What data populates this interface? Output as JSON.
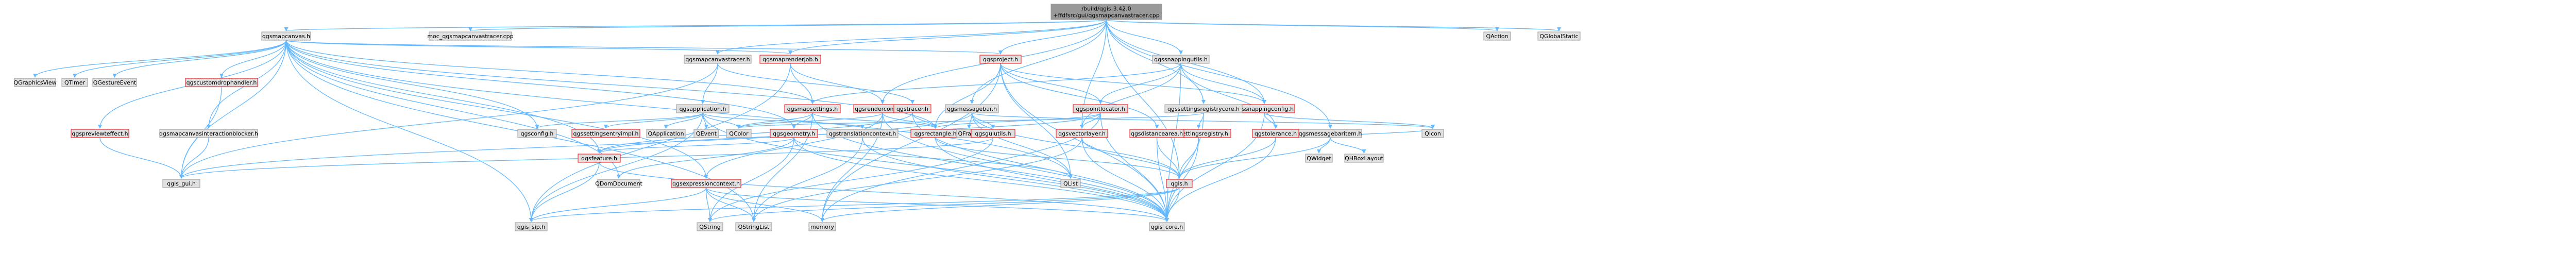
{
  "graph": {
    "kind": "include-dependency-graph",
    "colors": {
      "root_fill": "#999999",
      "node_fill": "#e0e0e0",
      "node_border": "#999999",
      "linked_border": "#ff0000",
      "edge": "#63b8ff"
    },
    "nodes": [
      {
        "id": "root",
        "label": "/build/qgis-3.42.0\n+ffdfsrc/gui/qgsmapcanvastracer.cpp",
        "style": "root"
      },
      {
        "id": "qgsmapcanvas_h",
        "label": "qgsmapcanvas.h",
        "style": "normal"
      },
      {
        "id": "moc_qgsmapcanvastracer_cpp",
        "label": "moc_qgsmapcanvastracer.cpp",
        "style": "normal"
      },
      {
        "id": "QAction",
        "label": "QAction",
        "style": "normal"
      },
      {
        "id": "QGlobalStatic",
        "label": "QGlobalStatic",
        "style": "normal"
      },
      {
        "id": "qgsmapcanvastracer_h",
        "label": "qgsmapcanvastracer.h",
        "style": "normal"
      },
      {
        "id": "qgsmaprenderjob_h",
        "label": "qgsmaprenderjob.h",
        "style": "linked"
      },
      {
        "id": "qgsproject_h",
        "label": "qgsproject.h",
        "style": "linked"
      },
      {
        "id": "qgssnappingutils_h",
        "label": "qgssnappingutils.h",
        "style": "normal"
      },
      {
        "id": "qgsmessagebar_h",
        "label": "qgsmessagebar.h",
        "style": "normal"
      },
      {
        "id": "qgssnappingconfig_h",
        "label": "qgssnappingconfig.h",
        "style": "linked"
      },
      {
        "id": "QGraphicsView",
        "label": "QGraphicsView",
        "style": "normal"
      },
      {
        "id": "QTimer",
        "label": "QTimer",
        "style": "normal"
      },
      {
        "id": "QGestureEvent",
        "label": "QGestureEvent",
        "style": "normal"
      },
      {
        "id": "qgscustomdrophandler_h",
        "label": "qgscustomdrophandler.h",
        "style": "linked"
      },
      {
        "id": "qgsapplication_h",
        "label": "qgsapplication.h",
        "style": "normal"
      },
      {
        "id": "qgsmapsettings_h",
        "label": "qgsmapsettings.h",
        "style": "linked"
      },
      {
        "id": "qgsrendercontext_h",
        "label": "qgsrendercontext.h",
        "style": "linked"
      },
      {
        "id": "qgstracer_h",
        "label": "qgstracer.h",
        "style": "linked"
      },
      {
        "id": "qgspointlocator_h",
        "label": "qgspointlocator.h",
        "style": "linked"
      },
      {
        "id": "qgssettingsregistrycore_h",
        "label": "qgssettingsregistrycore.h",
        "style": "normal"
      },
      {
        "id": "qgsmessagebaritem_h",
        "label": "qgsmessagebaritem.h",
        "style": "normal"
      },
      {
        "id": "qgspreviewteffect_h",
        "label": "qgspreviewteffect.h",
        "style": "linked"
      },
      {
        "id": "qgsmapcanvasinteractionblocker_h",
        "label": "qgsmapcanvasinteractionblocker.h",
        "style": "normal"
      },
      {
        "id": "qgsconfig_h",
        "label": "qgsconfig.h",
        "style": "normal"
      },
      {
        "id": "qgssettingsentryimpl_h",
        "label": "qgssettingsentryimpl.h",
        "style": "linked"
      },
      {
        "id": "QApplication",
        "label": "QApplication",
        "style": "normal"
      },
      {
        "id": "QEvent",
        "label": "QEvent",
        "style": "normal"
      },
      {
        "id": "QColor",
        "label": "QColor",
        "style": "normal"
      },
      {
        "id": "qgsgeometry_h",
        "label": "qgsgeometry.h",
        "style": "linked"
      },
      {
        "id": "qgstranslationcontext_h",
        "label": "qgstranslationcontext.h",
        "style": "normal"
      },
      {
        "id": "qgsrectangle_h",
        "label": "qgsrectangle.h",
        "style": "linked"
      },
      {
        "id": "QFrame",
        "label": "QFrame",
        "style": "normal"
      },
      {
        "id": "qgsguiutils_h",
        "label": "qgsguiutils.h",
        "style": "linked"
      },
      {
        "id": "qgsvectorlayer_h",
        "label": "qgsvectorlayer.h",
        "style": "linked"
      },
      {
        "id": "qgssettingsregistry_h",
        "label": "qgssettingsregistry.h",
        "style": "linked"
      },
      {
        "id": "qgsdistancearea_h",
        "label": "qgsdistancearea.h",
        "style": "linked"
      },
      {
        "id": "qgstolerance_h",
        "label": "qgstolerance.h",
        "style": "linked"
      },
      {
        "id": "QIcon",
        "label": "QIcon",
        "style": "normal"
      },
      {
        "id": "QWidget",
        "label": "QWidget",
        "style": "normal"
      },
      {
        "id": "QHBoxLayout",
        "label": "QHBoxLayout",
        "style": "normal"
      },
      {
        "id": "qgis_gui_h",
        "label": "qgis_gui.h",
        "style": "normal"
      },
      {
        "id": "qgsfeature_h",
        "label": "qgsfeature.h",
        "style": "linked"
      },
      {
        "id": "QDomDocument",
        "label": "QDomDocument",
        "style": "normal"
      },
      {
        "id": "qgsexpressioncontext_h",
        "label": "qgsexpressioncontext.h",
        "style": "linked"
      },
      {
        "id": "QList",
        "label": "QList",
        "style": "normal"
      },
      {
        "id": "qgis_h",
        "label": "qgis.h",
        "style": "linked"
      },
      {
        "id": "qgis_sip_h",
        "label": "qgis_sip.h",
        "style": "normal"
      },
      {
        "id": "QString",
        "label": "QString",
        "style": "normal"
      },
      {
        "id": "QStringList",
        "label": "QStringList",
        "style": "normal"
      },
      {
        "id": "memory",
        "label": "memory",
        "style": "normal"
      },
      {
        "id": "qgis_core_h",
        "label": "qgis_core.h",
        "style": "normal"
      }
    ],
    "edges": [
      [
        "root",
        "qgsmapcanvas_h"
      ],
      [
        "root",
        "moc_qgsmapcanvastracer_cpp"
      ],
      [
        "root",
        "QAction"
      ],
      [
        "root",
        "QGlobalStatic"
      ],
      [
        "root",
        "qgsmapcanvastracer_h"
      ],
      [
        "root",
        "qgsmaprenderjob_h"
      ],
      [
        "root",
        "qgsproject_h"
      ],
      [
        "root",
        "qgssnappingutils_h"
      ],
      [
        "root",
        "qgsmessagebar_h"
      ],
      [
        "root",
        "qgssnappingconfig_h"
      ],
      [
        "root",
        "qgsvectorlayer_h"
      ],
      [
        "root",
        "qgsrendercontext_h"
      ],
      [
        "root",
        "qgsmessagebaritem_h"
      ],
      [
        "root",
        "qgssettingsregistrycore_h"
      ],
      [
        "root",
        "qgis_h"
      ],
      [
        "qgsmapcanvas_h",
        "QGraphicsView"
      ],
      [
        "qgsmapcanvas_h",
        "QTimer"
      ],
      [
        "qgsmapcanvas_h",
        "QGestureEvent"
      ],
      [
        "qgsmapcanvas_h",
        "qgscustomdrophandler_h"
      ],
      [
        "qgsmapcanvas_h",
        "qgspreviewteffect_h"
      ],
      [
        "qgsmapcanvas_h",
        "qgsmapcanvasinteractionblocker_h"
      ],
      [
        "qgsmapcanvas_h",
        "qgsconfig_h"
      ],
      [
        "qgsmapcanvas_h",
        "qgsmaprenderjob_h"
      ],
      [
        "qgsmapcanvas_h",
        "qgsproject_h"
      ],
      [
        "qgsmapcanvas_h",
        "qgsmapsettings_h"
      ],
      [
        "qgsmapcanvas_h",
        "qgsrectangle_h"
      ],
      [
        "qgsmapcanvas_h",
        "qgsfeature_h"
      ],
      [
        "qgsmapcanvas_h",
        "qgsgeometry_h"
      ],
      [
        "qgsmapcanvas_h",
        "QDomDocument"
      ],
      [
        "qgsmapcanvas_h",
        "qgis_gui_h"
      ],
      [
        "qgsmapcanvas_h",
        "qgis_sip_h"
      ],
      [
        "qgsmapcanvas_h",
        "qgsexpressioncontext_h"
      ],
      [
        "qgsmapcanvas_h",
        "QList"
      ],
      [
        "qgsmapcanvas_h",
        "QStringList"
      ],
      [
        "qgsmapcanvastracer_h",
        "qgsapplication_h"
      ],
      [
        "qgsmapcanvastracer_h",
        "qgstracer_h"
      ],
      [
        "qgsmapcanvastracer_h",
        "qgis_gui_h"
      ],
      [
        "qgsmaprenderjob_h",
        "qgsmapsettings_h"
      ],
      [
        "qgsmaprenderjob_h",
        "qgsrendercontext_h"
      ],
      [
        "qgsmaprenderjob_h",
        "qgis_sip_h"
      ],
      [
        "qgsproject_h",
        "qgspointlocator_h"
      ],
      [
        "qgsproject_h",
        "qgssnappingconfig_h"
      ],
      [
        "qgsproject_h",
        "qgsrectangle_h"
      ],
      [
        "qgsproject_h",
        "QList"
      ],
      [
        "qgsproject_h",
        "memory"
      ],
      [
        "qgsproject_h",
        "qgis_core_h"
      ],
      [
        "qgssnappingutils_h",
        "qgssnappingconfig_h"
      ],
      [
        "qgssnappingutils_h",
        "qgspointlocator_h"
      ],
      [
        "qgssnappingutils_h",
        "qgsmapsettings_h"
      ],
      [
        "qgssnappingutils_h",
        "qgstolerance_h"
      ],
      [
        "qgssnappingutils_h",
        "qgis_core_h"
      ],
      [
        "qgsmessagebar_h",
        "QFrame"
      ],
      [
        "qgsmessagebar_h",
        "qgsguiutils_h"
      ],
      [
        "qgsmessagebar_h",
        "QList"
      ],
      [
        "qgsmessagebar_h",
        "QIcon"
      ],
      [
        "qgsmessagebar_h",
        "qgis_gui_h"
      ],
      [
        "qgsmessagebar_h",
        "qgis_h"
      ],
      [
        "qgssnappingconfig_h",
        "qgstolerance_h"
      ],
      [
        "qgssnappingconfig_h",
        "QIcon"
      ],
      [
        "qgssnappingconfig_h",
        "qgis_core_h"
      ],
      [
        "qgsapplication_h",
        "QApplication"
      ],
      [
        "qgsapplication_h",
        "QEvent"
      ],
      [
        "qgsapplication_h",
        "QColor"
      ],
      [
        "qgsapplication_h",
        "qgsconfig_h"
      ],
      [
        "qgsapplication_h",
        "qgssettingsentryimpl_h"
      ],
      [
        "qgsapplication_h",
        "qgstranslationcontext_h"
      ],
      [
        "qgsapplication_h",
        "qgis_core_h"
      ],
      [
        "qgsapplication_h",
        "qgis_sip_h"
      ],
      [
        "qgsmapsettings_h",
        "QColor"
      ],
      [
        "qgsmapsettings_h",
        "qgsgeometry_h"
      ],
      [
        "qgsmapsettings_h",
        "qgsrectangle_h"
      ],
      [
        "qgsmapsettings_h",
        "qgis_core_h"
      ],
      [
        "qgsmapsettings_h",
        "QStringList"
      ],
      [
        "qgsrendercontext_h",
        "QColor"
      ],
      [
        "qgsrendercontext_h",
        "qgsrectangle_h"
      ],
      [
        "qgsrendercontext_h",
        "qgsexpressioncontext_h"
      ],
      [
        "qgsrendercontext_h",
        "memory"
      ],
      [
        "qgsrendercontext_h",
        "qgis_core_h"
      ],
      [
        "qgstracer_h",
        "qgsfeature_h"
      ],
      [
        "qgstracer_h",
        "qgsrectangle_h"
      ],
      [
        "qgstracer_h",
        "qgis_core_h"
      ],
      [
        "qgspointlocator_h",
        "qgsfeature_h"
      ],
      [
        "qgspointlocator_h",
        "qgsvectorlayer_h"
      ],
      [
        "qgspointlocator_h",
        "qgsrectangle_h"
      ],
      [
        "qgspointlocator_h",
        "memory"
      ],
      [
        "qgspointlocator_h",
        "qgis_core_h"
      ],
      [
        "qgssettingsregistrycore_h",
        "qgssettingsregistry_h"
      ],
      [
        "qgssettingsregistrycore_h",
        "qgis_core_h"
      ],
      [
        "qgssettingsregistrycore_h",
        "QColor"
      ],
      [
        "qgsmessagebaritem_h",
        "qgis_h"
      ],
      [
        "qgsmessagebaritem_h",
        "QWidget"
      ],
      [
        "qgsmessagebaritem_h",
        "QHBoxLayout"
      ],
      [
        "qgsmessagebaritem_h",
        "QIcon"
      ],
      [
        "qgspreviewteffect_h",
        "qgis_gui_h"
      ],
      [
        "qgsmapcanvasinteractionblocker_h",
        "qgis_gui_h"
      ],
      [
        "qgscustomdrophandler_h",
        "qgis_gui_h"
      ],
      [
        "qgsgeometry_h",
        "qgsfeature_h"
      ],
      [
        "qgsgeometry_h",
        "QDomDocument"
      ],
      [
        "qgsgeometry_h",
        "QString"
      ],
      [
        "qgsgeometry_h",
        "QList"
      ],
      [
        "qgsgeometry_h",
        "qgis_core_h"
      ],
      [
        "qgstranslationcontext_h",
        "QStringList"
      ],
      [
        "qgstranslationcontext_h",
        "qgis_core_h"
      ],
      [
        "qgsrectangle_h",
        "qgis_core_h"
      ],
      [
        "qgsrectangle_h",
        "qgis_h"
      ],
      [
        "qgsguiutils_h",
        "qgis_gui_h"
      ],
      [
        "qgsguiutils_h",
        "QString"
      ],
      [
        "qgsvectorlayer_h",
        "qgis_h"
      ],
      [
        "qgsvectorlayer_h",
        "QStringList"
      ],
      [
        "qgsvectorlayer_h",
        "qgis_core_h"
      ],
      [
        "qgssettingsregistry_h",
        "qgis_h"
      ],
      [
        "qgssettingsregistry_h",
        "qgis_core_h"
      ],
      [
        "qgsdistancearea_h",
        "qgis_h"
      ],
      [
        "qgsdistancearea_h",
        "qgis_core_h"
      ],
      [
        "qgstolerance_h",
        "qgis_h"
      ],
      [
        "qgstolerance_h",
        "qgis_core_h"
      ],
      [
        "qgsfeature_h",
        "qgis_sip_h"
      ],
      [
        "qgsfeature_h",
        "qgis_core_h"
      ],
      [
        "qgsexpressioncontext_h",
        "QString"
      ],
      [
        "qgsexpressioncontext_h",
        "QStringList"
      ],
      [
        "qgsexpressioncontext_h",
        "memory"
      ],
      [
        "qgsexpressioncontext_h",
        "qgis_core_h"
      ],
      [
        "qgsexpressioncontext_h",
        "qgis_sip_h"
      ],
      [
        "qgis_h",
        "qgis_sip_h"
      ],
      [
        "qgis_h",
        "memory"
      ],
      [
        "qgis_h",
        "qgis_core_h"
      ],
      [
        "qgis_h",
        "QString"
      ],
      [
        "qgsproject_h",
        "qgsdistancearea_h"
      ],
      [
        "qgssnappingutils_h",
        "qgsvectorlayer_h"
      ]
    ]
  }
}
